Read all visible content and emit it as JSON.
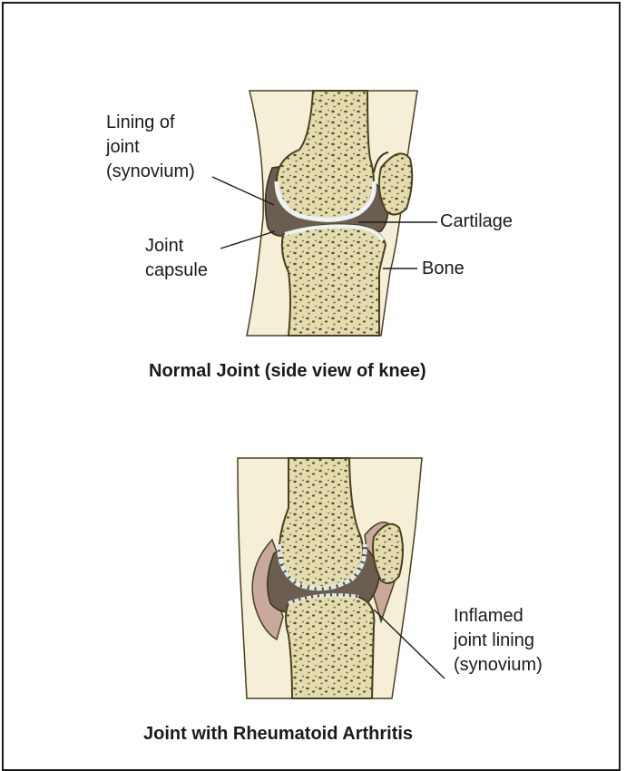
{
  "normal_joint": {
    "labels": {
      "lining": "Lining of\njoint\n(synovium)",
      "capsule": "Joint\ncapsule",
      "cartilage": "Cartilage",
      "bone": "Bone"
    },
    "caption": "Normal Joint (side view of knee)"
  },
  "ra_joint": {
    "labels": {
      "inflamed": "Inflamed\njoint lining\n(synovium)"
    },
    "caption": "Joint with Rheumatoid Arthritis"
  },
  "colors": {
    "bone": "#e3dcae",
    "bone_outline": "#4a4020",
    "cavity": "#6b5e50",
    "cartilage": "#eef2f5",
    "soft_tissue": "#f5efd8",
    "inflamed": "#c9a99b"
  }
}
